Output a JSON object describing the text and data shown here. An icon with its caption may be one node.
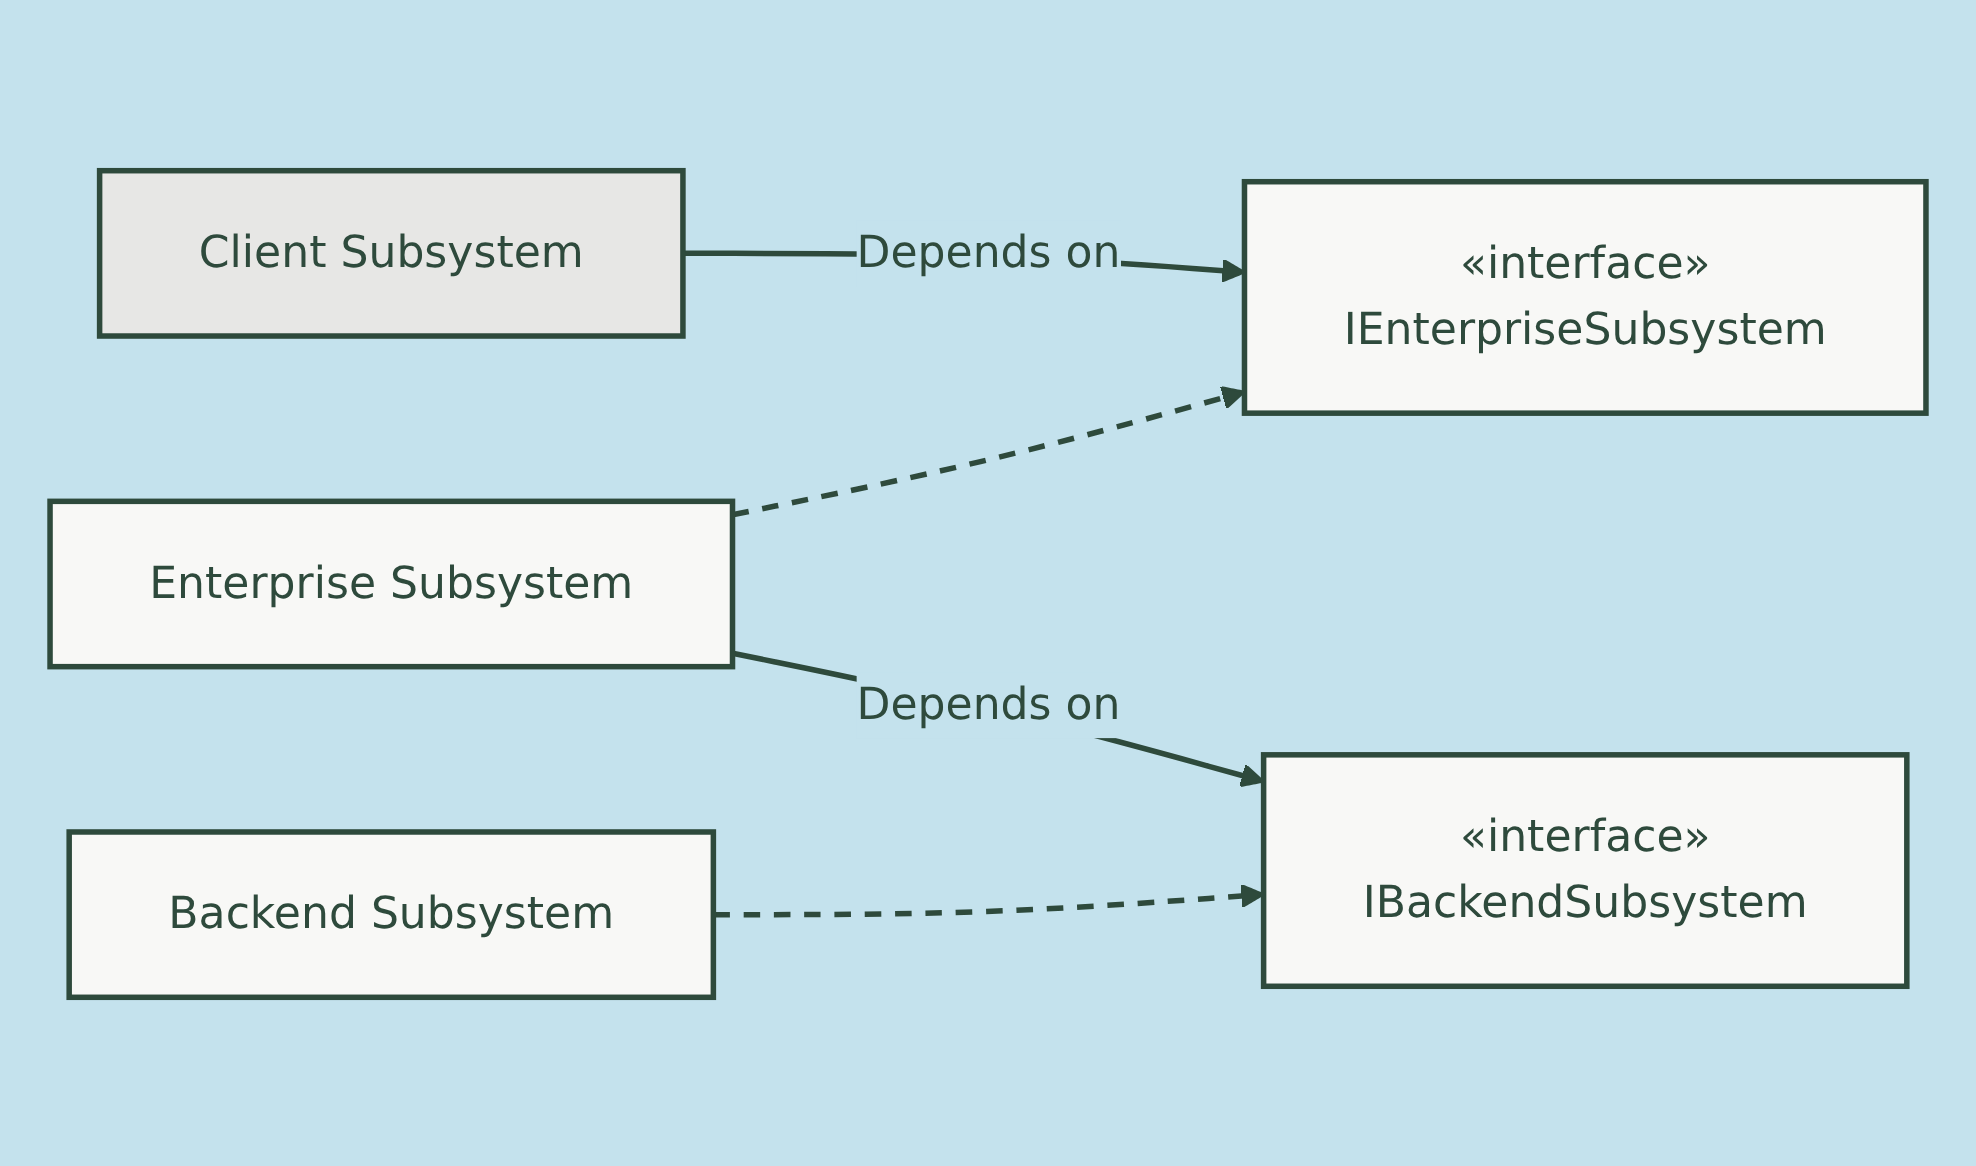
{
  "diagram": {
    "nodes": [
      {
        "text": [
          "Client Subsystem"
        ]
      },
      {
        "text": [
          "«interface»",
          "IEnterpriseSubsystem"
        ]
      },
      {
        "text": [
          "Enterprise Subsystem"
        ]
      },
      {
        "text": [
          "«interface»",
          "IBackendSubsystem"
        ]
      },
      {
        "text": [
          "Backend Subsystem"
        ]
      }
    ],
    "edges": [
      {
        "from": 0,
        "to": 1,
        "arrow": "to",
        "label": "Depends on"
      },
      {
        "from": 2,
        "to": 1,
        "arrow": "to",
        "style": "dashed"
      },
      {
        "from": 2,
        "to": 3,
        "arrow": "to",
        "label": "Depends on"
      },
      {
        "from": 4,
        "to": 3,
        "arrow": "to",
        "style": "dashed"
      }
    ]
  }
}
